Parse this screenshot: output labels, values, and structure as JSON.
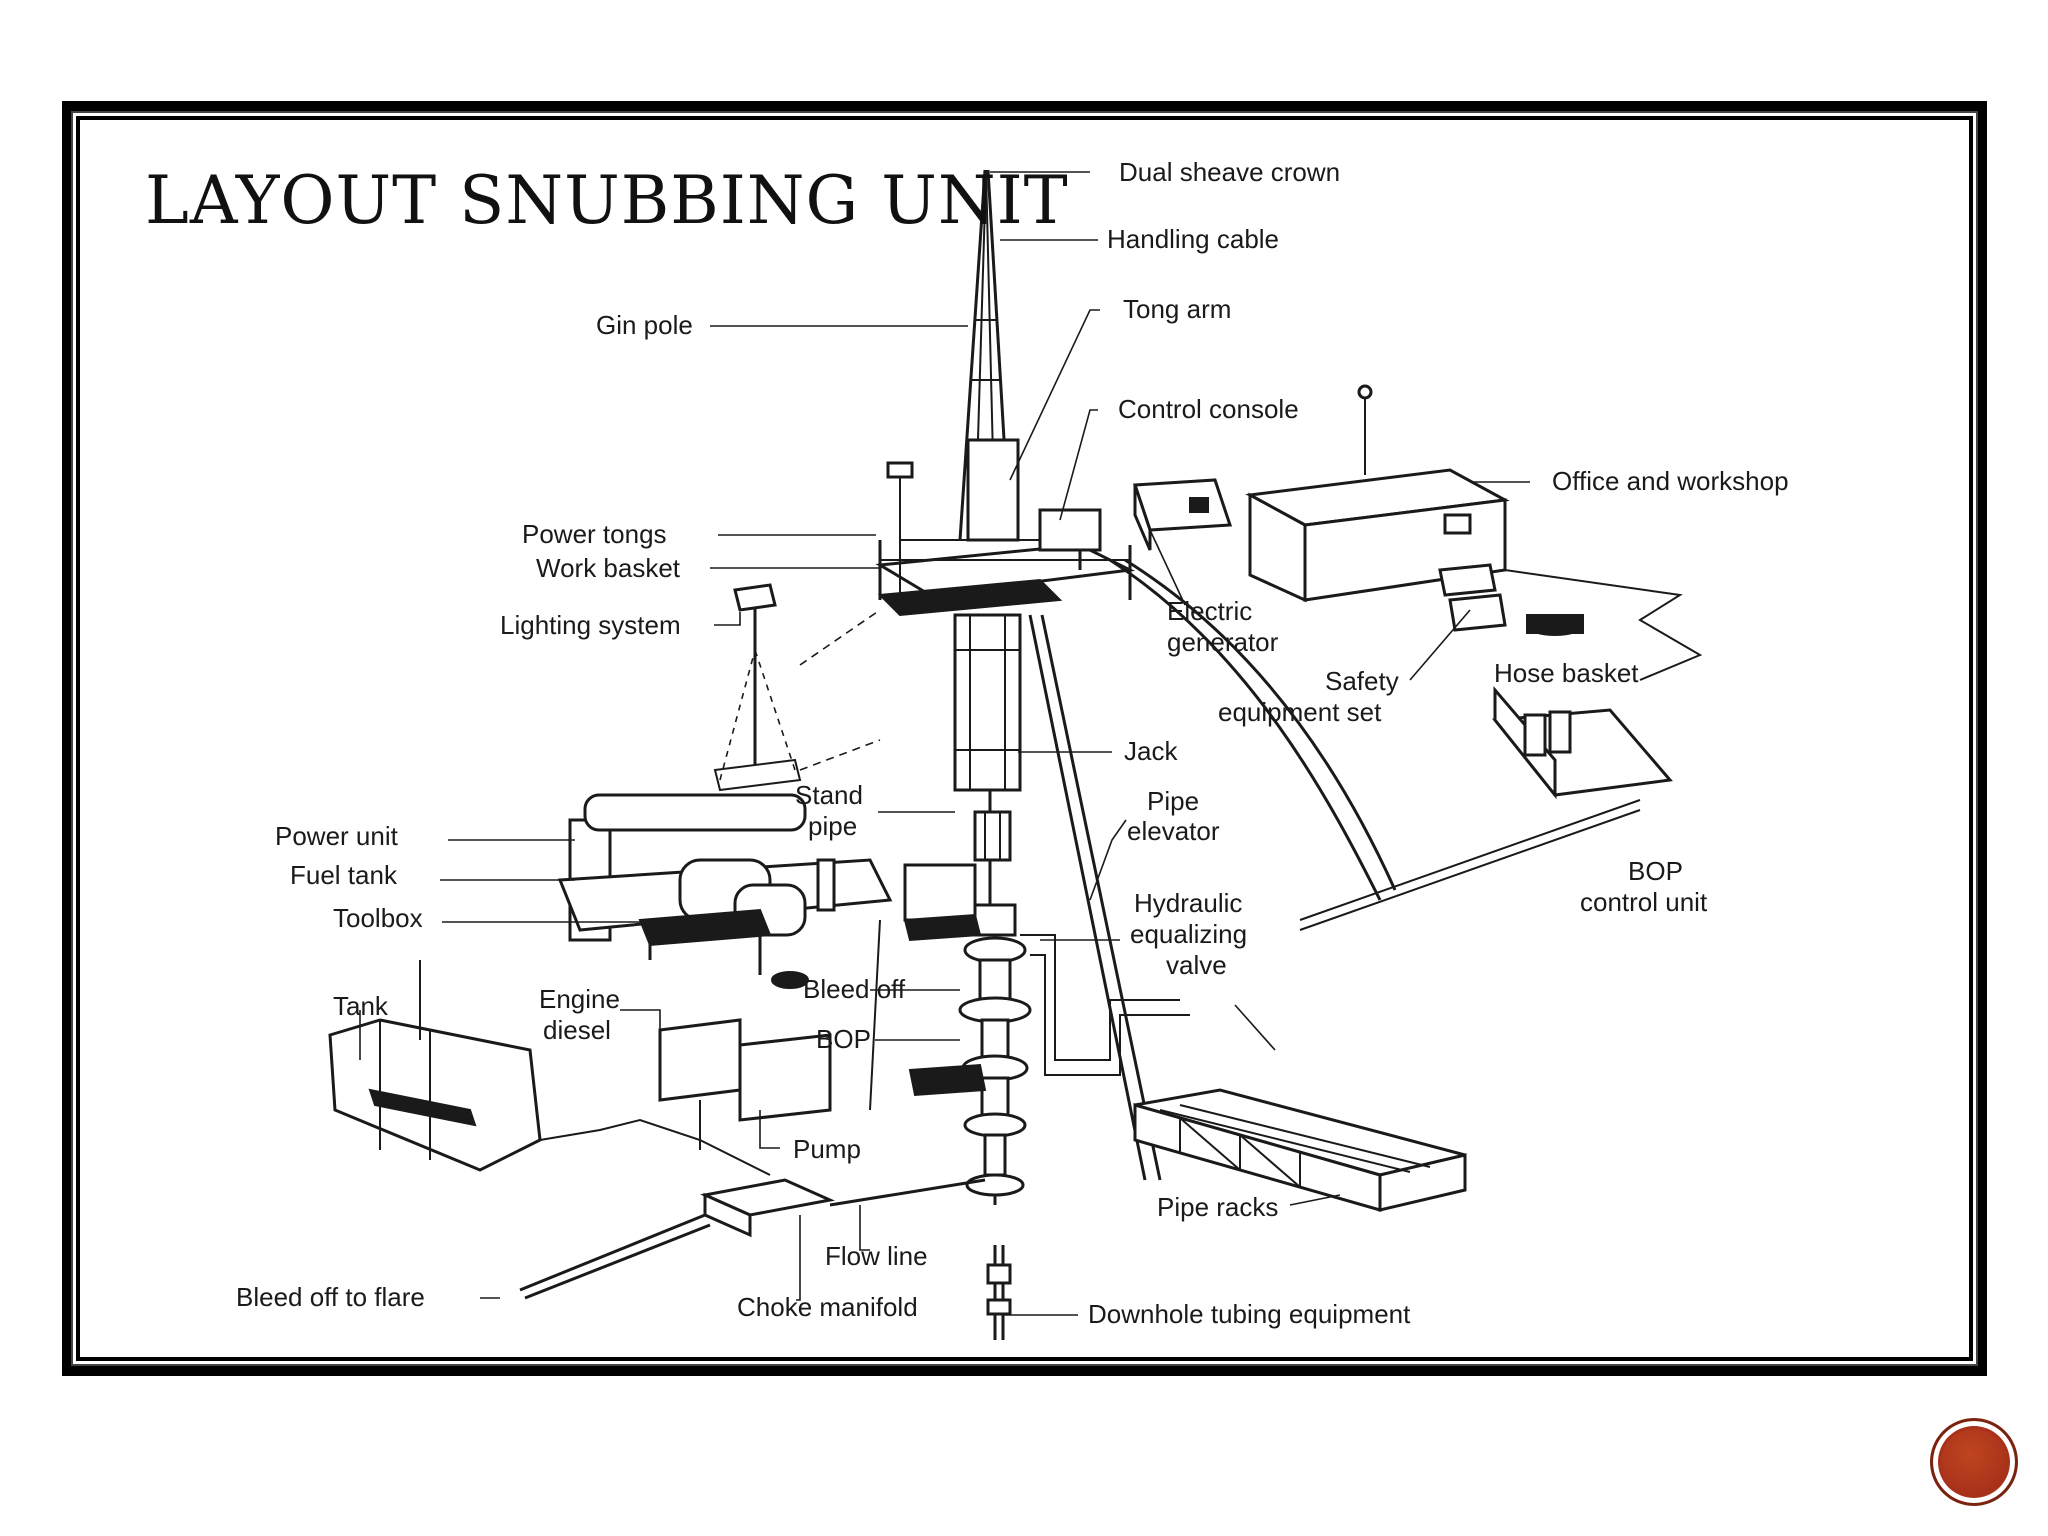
{
  "slide": {
    "title": "LAYOUT SNUBBING UNIT"
  },
  "diagram": {
    "labels": {
      "dual_sheave_crown": "Dual sheave crown",
      "handling_cable": "Handling cable",
      "tong_arm": "Tong arm",
      "gin_pole": "Gin pole",
      "control_console": "Control console",
      "office_and_workshop": "Office and workshop",
      "power_tongs": "Power tongs",
      "work_basket": "Work basket",
      "lighting_system": "Lighting system",
      "electric_generator_1": "Electric",
      "electric_generator_2": "generator",
      "safety_equipment_1": "Safety",
      "safety_equipment_2": "equipment set",
      "hose_basket": "Hose basket",
      "jack": "Jack",
      "stand_pipe_1": "Stand",
      "stand_pipe_2": "pipe",
      "pipe_elevator_1": "Pipe",
      "pipe_elevator_2": "elevator",
      "power_unit": "Power unit",
      "fuel_tank": "Fuel tank",
      "toolbox": "Toolbox",
      "bop_control_unit_1": "BOP",
      "bop_control_unit_2": "control unit",
      "hydraulic_valve_1": "Hydraulic",
      "hydraulic_valve_2": "equalizing",
      "hydraulic_valve_3": "valve",
      "tank": "Tank",
      "engine_diesel_1": "Engine",
      "engine_diesel_2": "diesel",
      "bleed_off": "Bleed off",
      "bop": "BOP",
      "pump": "Pump",
      "pipe_racks": "Pipe racks",
      "flow_line": "Flow line",
      "bleed_off_to_flare": "Bleed off to flare",
      "choke_manifold": "Choke manifold",
      "downhole_tubing_equipment": "Downhole tubing equipment"
    }
  },
  "nav": {
    "accent_color": "#a8321a"
  }
}
